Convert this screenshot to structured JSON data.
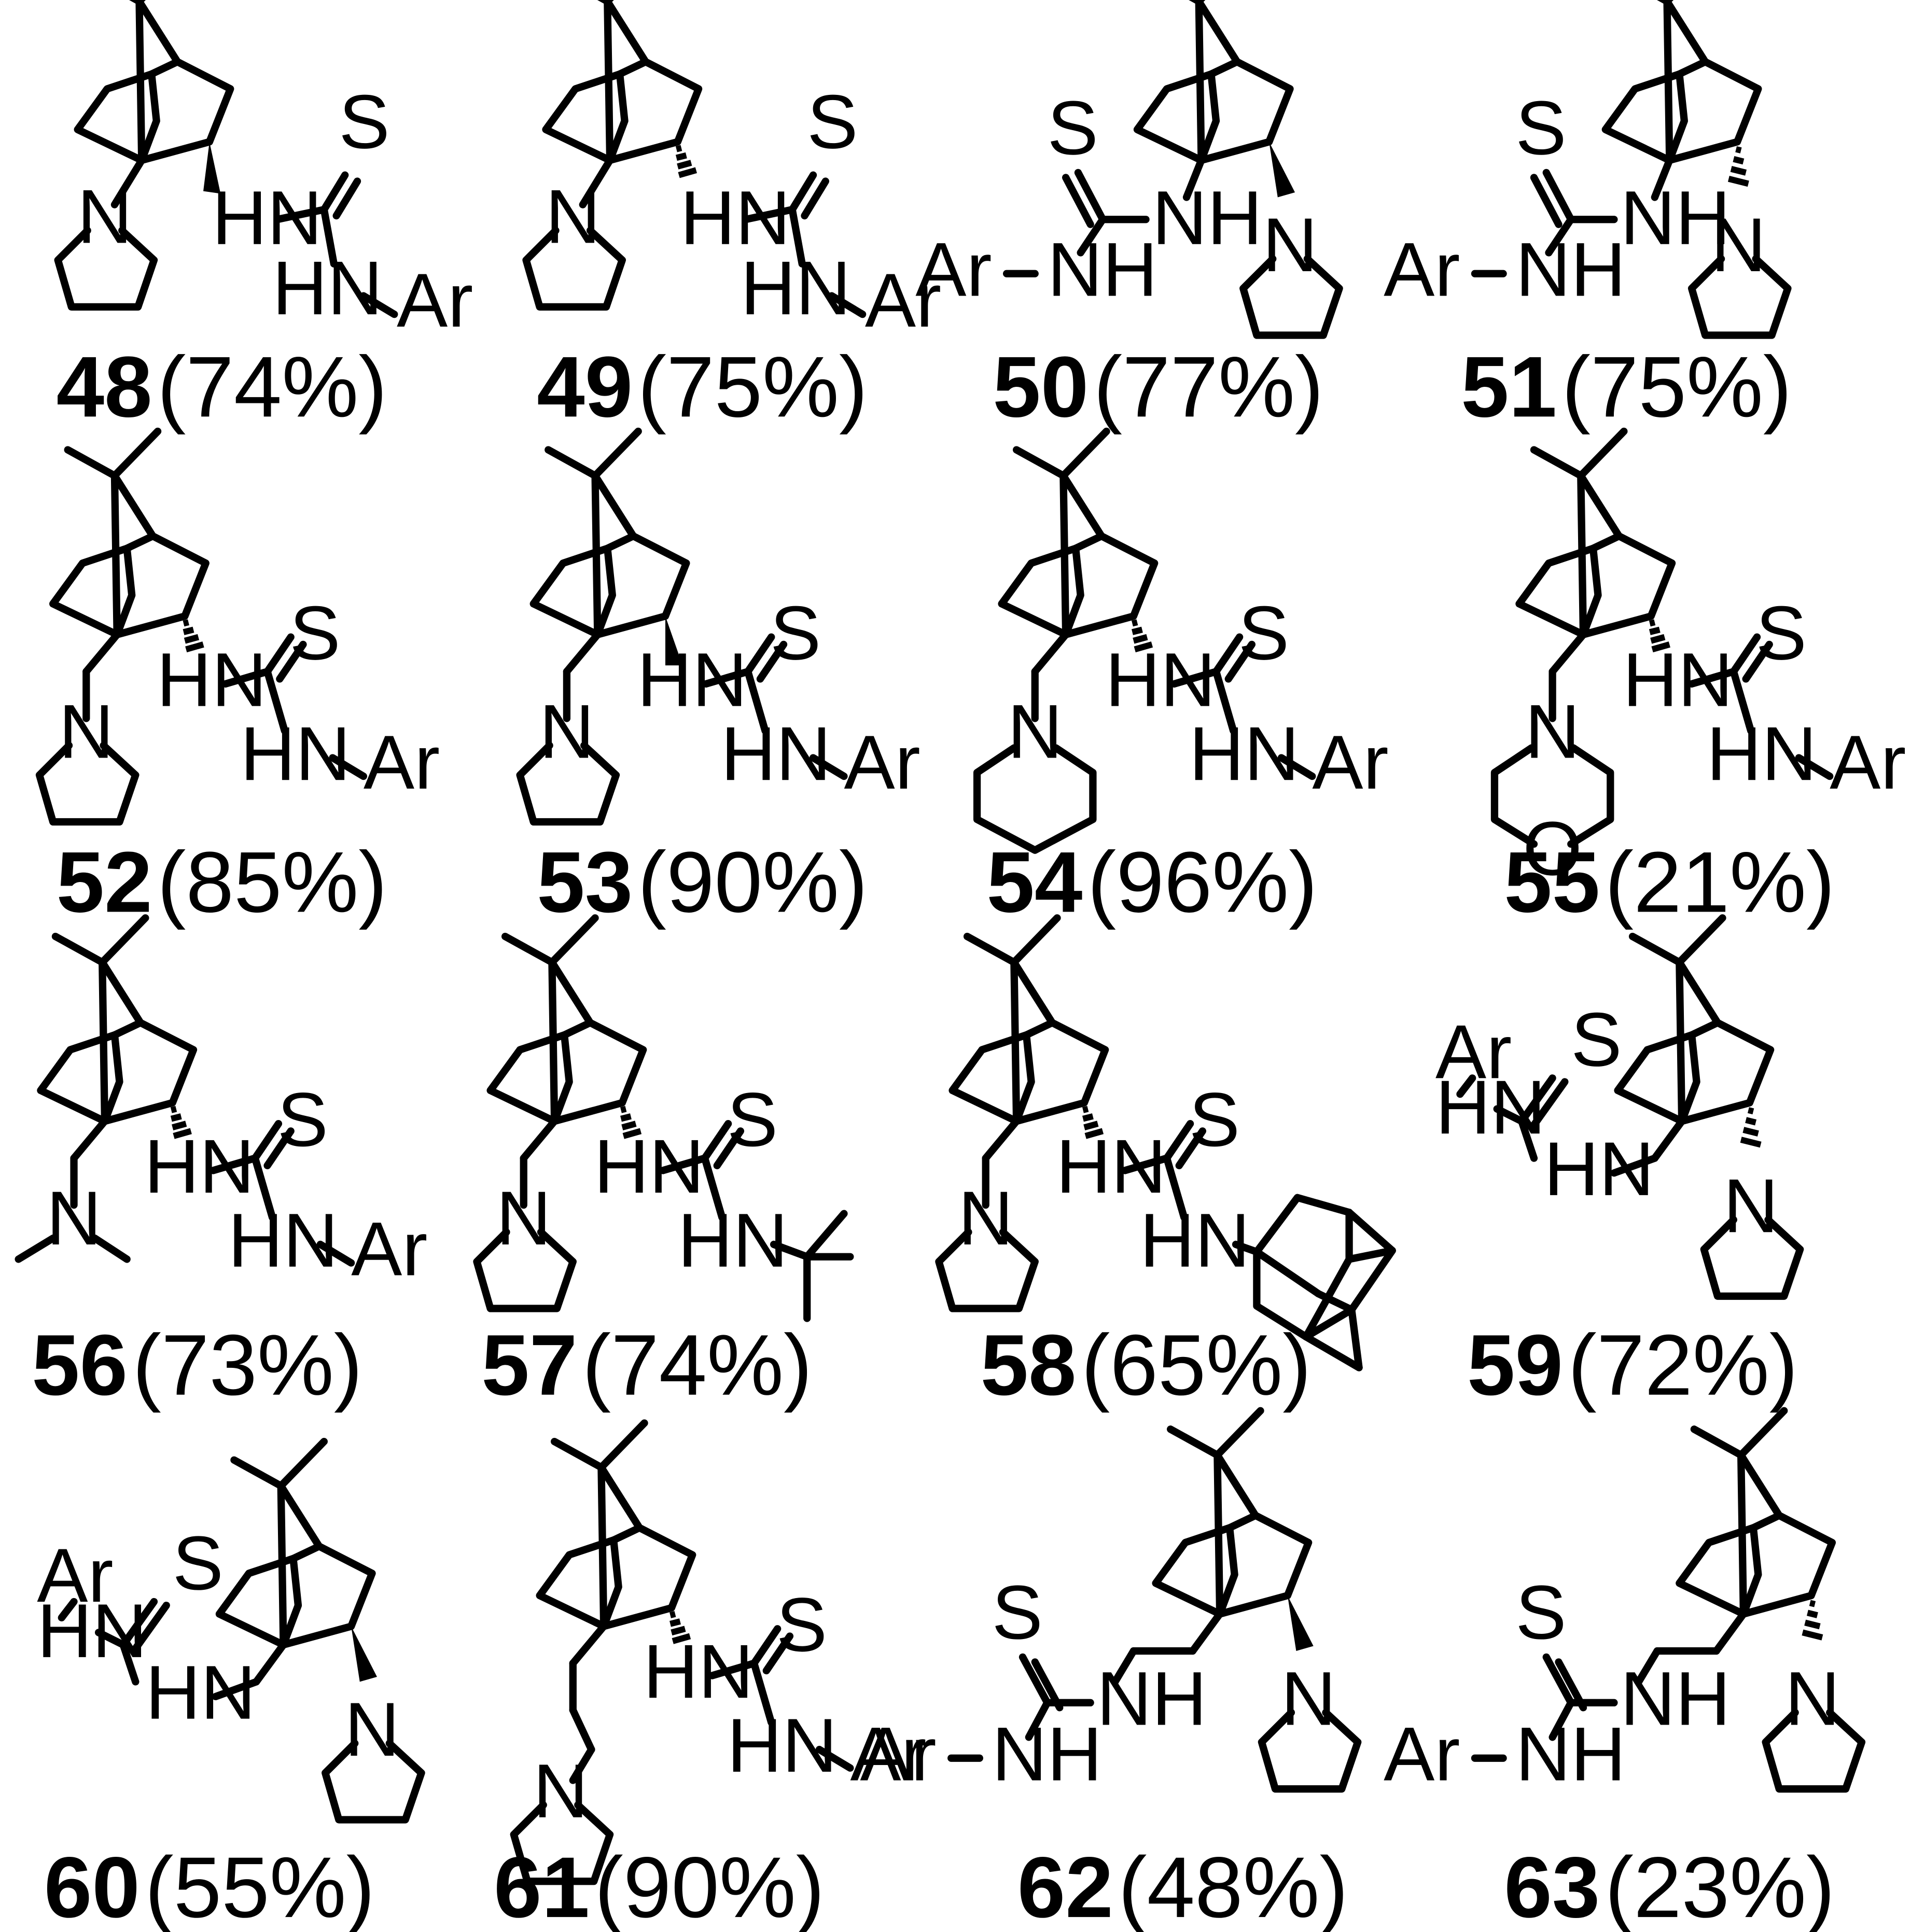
{
  "compounds": [
    {
      "id": "48",
      "yield": "(74%)"
    },
    {
      "id": "49",
      "yield": "(75%)"
    },
    {
      "id": "50",
      "yield": "(77%)"
    },
    {
      "id": "51",
      "yield": "(75%)"
    },
    {
      "id": "52",
      "yield": "(85%)"
    },
    {
      "id": "53",
      "yield": "(90%)"
    },
    {
      "id": "54",
      "yield": "(96%)"
    },
    {
      "id": "55",
      "yield": "(21%)"
    },
    {
      "id": "56",
      "yield": "(73%)"
    },
    {
      "id": "57",
      "yield": "(74%)"
    },
    {
      "id": "58",
      "yield": "(65%)"
    },
    {
      "id": "59",
      "yield": "(72%)"
    },
    {
      "id": "60",
      "yield": "(55%)"
    },
    {
      "id": "61",
      "yield": "(90%)"
    },
    {
      "id": "62",
      "yield": "(48%)"
    },
    {
      "id": "63",
      "yield": "(23%)"
    }
  ],
  "atoms": {
    "S": "S",
    "N": "N",
    "O": "O",
    "HN": "HN",
    "NH": "NH",
    "Ar": "Ar"
  }
}
